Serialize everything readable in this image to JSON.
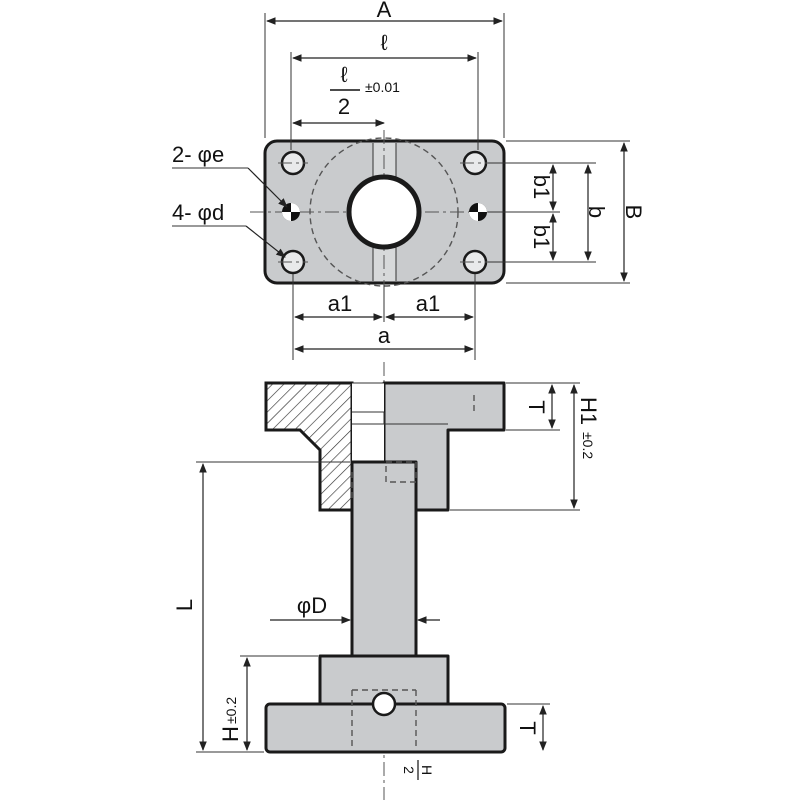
{
  "top_view": {
    "dim_A": "A",
    "dim_l": "ℓ",
    "dim_half_l_num": "ℓ",
    "dim_half_l_den": "2",
    "dim_half_l_tol": "±0.01",
    "dim_B": "B",
    "dim_b": "b",
    "dim_b1_top": "b1",
    "dim_b1_bottom": "b1",
    "dim_a1_left": "a1",
    "dim_a1_right": "a1",
    "dim_a": "a",
    "callout_pin": "2- φe",
    "callout_bolt": "4- φd"
  },
  "side_view": {
    "dim_T_top": "T",
    "dim_H1": "H1",
    "dim_H1_tol": "±0.2",
    "dim_L": "L",
    "dim_phiD": "φD",
    "dim_H": "H",
    "dim_H_tol": "±0.2",
    "dim_T_bottom": "T",
    "dim_H_half_num": "H",
    "dim_H_half_den": "2"
  }
}
